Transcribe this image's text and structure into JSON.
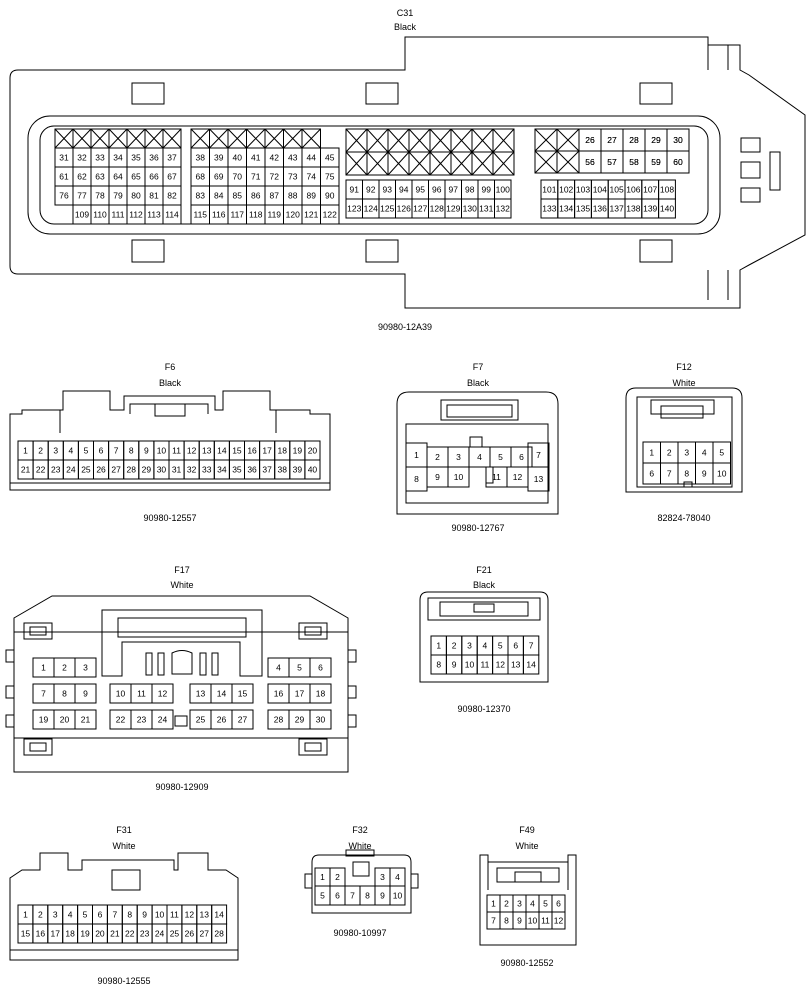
{
  "connectors": [
    {
      "id": "c31",
      "name": "C31",
      "color": "Black",
      "part_number": "90980-12A39",
      "blocks": [
        {
          "rows": [
            [
              "x",
              "x",
              "x",
              "x",
              "x",
              "x",
              "x"
            ],
            [
              "31",
              "32",
              "33",
              "34",
              "35",
              "36",
              "37"
            ],
            [
              "61",
              "62",
              "63",
              "64",
              "65",
              "66",
              "67"
            ],
            [
              "76",
              "77",
              "78",
              "79",
              "80",
              "81",
              "82"
            ],
            [
              "",
              "109",
              "110",
              "111",
              "112",
              "113",
              "114"
            ]
          ]
        },
        {
          "rows": [
            [
              "x",
              "x",
              "x",
              "x",
              "x",
              "x",
              "x"
            ],
            [
              "38",
              "39",
              "40",
              "41",
              "42",
              "43",
              "44",
              "45"
            ],
            [
              "68",
              "69",
              "70",
              "71",
              "72",
              "73",
              "74",
              "75"
            ],
            [
              "83",
              "84",
              "85",
              "86",
              "87",
              "88",
              "89",
              "90"
            ],
            [
              "115",
              "116",
              "117",
              "118",
              "119",
              "120",
              "121",
              "122"
            ]
          ]
        },
        {
          "rows": [
            [
              "x",
              "x",
              "x",
              "x",
              "x",
              "x",
              "x",
              "x"
            ],
            [
              "x",
              "x",
              "x",
              "x",
              "x",
              "x",
              "x",
              "x"
            ],
            [
              "91",
              "92",
              "93",
              "94",
              "95",
              "96",
              "97",
              "98",
              "99",
              "100"
            ],
            [
              "123",
              "124",
              "125",
              "126",
              "127",
              "128",
              "129",
              "130",
              "131",
              "132"
            ]
          ]
        },
        {
          "rows": [
            [
              "x",
              "x",
              "26",
              "27",
              "28",
              "29",
              "30"
            ],
            [
              "x",
              "x",
              "56",
              "57",
              "58",
              "59",
              "60"
            ],
            [
              "101",
              "102",
              "103",
              "104",
              "105",
              "106",
              "107",
              "108"
            ],
            [
              "133",
              "134",
              "135",
              "136",
              "137",
              "138",
              "139",
              "140"
            ]
          ]
        }
      ]
    },
    {
      "id": "f6",
      "name": "F6",
      "color": "Black",
      "part_number": "90980-12557",
      "rows": [
        [
          "1",
          "2",
          "3",
          "4",
          "5",
          "6",
          "7",
          "8",
          "9",
          "10",
          "11",
          "12",
          "13",
          "14",
          "15",
          "16",
          "17",
          "18",
          "19",
          "20"
        ],
        [
          "21",
          "22",
          "23",
          "24",
          "25",
          "26",
          "27",
          "28",
          "29",
          "30",
          "31",
          "32",
          "33",
          "34",
          "35",
          "36",
          "37",
          "38",
          "39",
          "40"
        ]
      ]
    },
    {
      "id": "f7",
      "name": "F7",
      "color": "Black",
      "part_number": "90980-12767",
      "pins": [
        "1",
        "2",
        "3",
        "4",
        "5",
        "6",
        "7",
        "8",
        "9",
        "10",
        "11",
        "12",
        "13"
      ]
    },
    {
      "id": "f12",
      "name": "F12",
      "color": "White",
      "part_number": "82824-78040",
      "rows": [
        [
          "1",
          "2",
          "3",
          "4",
          "5"
        ],
        [
          "6",
          "7",
          "8",
          "9",
          "10"
        ]
      ]
    },
    {
      "id": "f17",
      "name": "F17",
      "color": "White",
      "part_number": "90980-12909",
      "rows": [
        [
          "1",
          "2",
          "3",
          "4",
          "5",
          "6"
        ],
        [
          "7",
          "8",
          "9",
          "10",
          "11",
          "12",
          "13",
          "14",
          "15",
          "16",
          "17",
          "18"
        ],
        [
          "19",
          "20",
          "21",
          "22",
          "23",
          "24",
          "25",
          "26",
          "27",
          "28",
          "29",
          "30"
        ]
      ]
    },
    {
      "id": "f21",
      "name": "F21",
      "color": "Black",
      "part_number": "90980-12370",
      "rows": [
        [
          "1",
          "2",
          "3",
          "4",
          "5",
          "6",
          "7"
        ],
        [
          "8",
          "9",
          "10",
          "11",
          "12",
          "13",
          "14"
        ]
      ]
    },
    {
      "id": "f31",
      "name": "F31",
      "color": "White",
      "part_number": "90980-12555",
      "rows": [
        [
          "1",
          "2",
          "3",
          "4",
          "5",
          "6",
          "7",
          "8",
          "9",
          "10",
          "11",
          "12",
          "13",
          "14"
        ],
        [
          "15",
          "16",
          "17",
          "18",
          "19",
          "20",
          "21",
          "22",
          "23",
          "24",
          "25",
          "26",
          "27",
          "28"
        ]
      ]
    },
    {
      "id": "f32",
      "name": "F32",
      "color": "White",
      "part_number": "90980-10997",
      "pins": [
        "1",
        "2",
        "3",
        "4",
        "5",
        "6",
        "7",
        "8",
        "9",
        "10"
      ]
    },
    {
      "id": "f49",
      "name": "F49",
      "color": "White",
      "part_number": "90980-12552",
      "rows": [
        [
          "1",
          "2",
          "3",
          "4",
          "5",
          "6"
        ],
        [
          "7",
          "8",
          "9",
          "10",
          "11",
          "12"
        ]
      ]
    }
  ]
}
